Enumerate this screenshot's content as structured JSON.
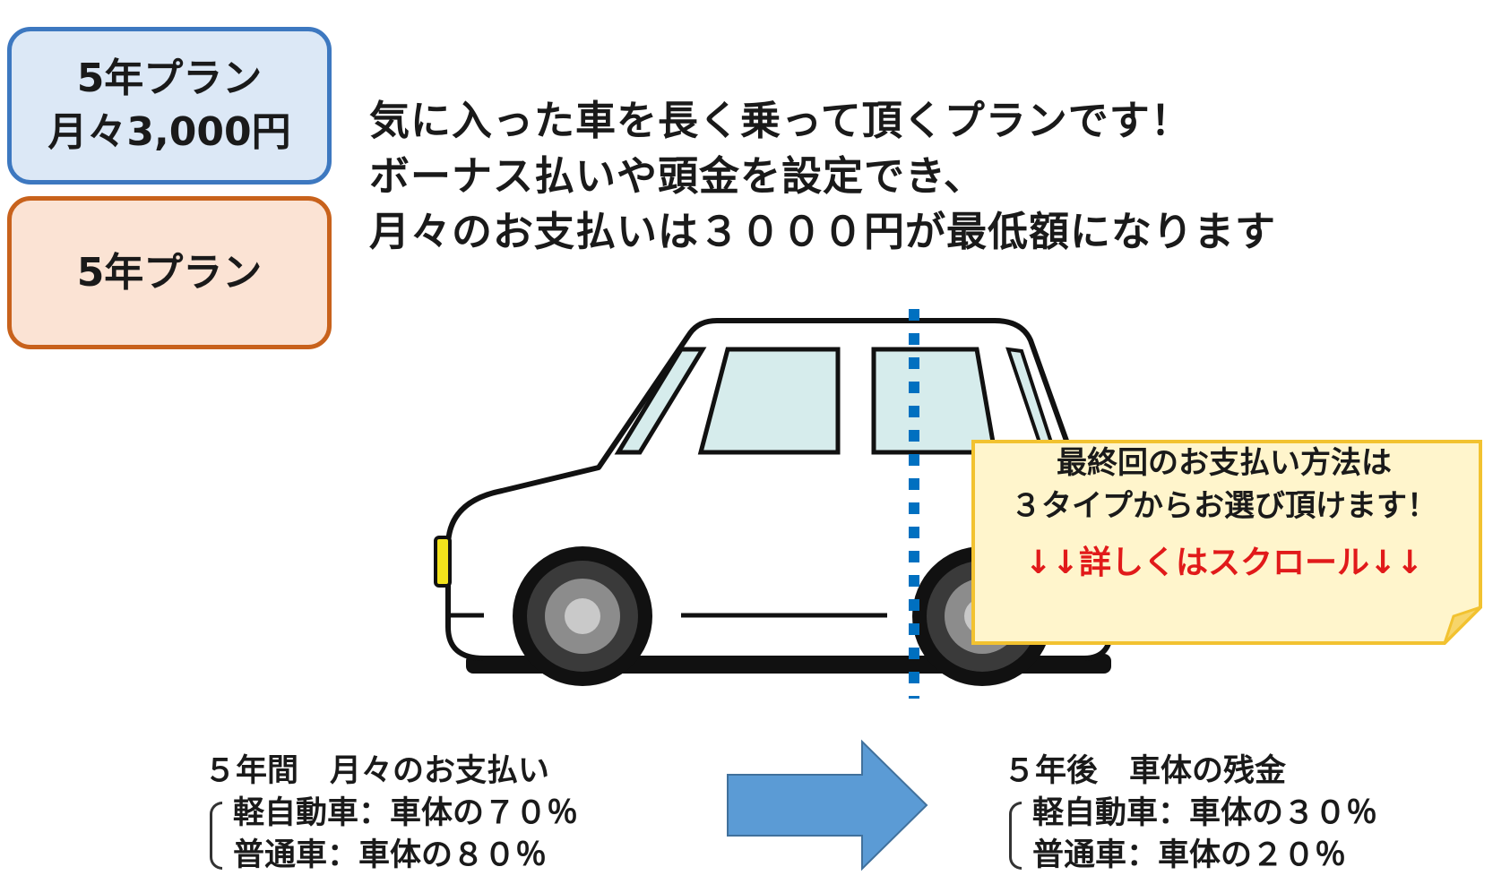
{
  "plan_box_1": {
    "line1": "5年プラン",
    "line2": "月々3,000円"
  },
  "plan_box_2": {
    "line1": "5年プラン"
  },
  "headline": [
    "気に入った車を長く乗って頂くプランです！",
    "ボーナス払いや頭金を設定でき、",
    "月々のお支払いは３０００円が最低額になります"
  ],
  "callout": {
    "line1": "最終回のお支払い方法は",
    "line2": "３タイプからお選び頂けます！",
    "line3": "↓↓詳しくはスクロール↓↓"
  },
  "payments": {
    "heading": "５年間　月々のお支払い",
    "items": [
      "軽自動車：車体の７０％",
      "普通車：車体の８０％"
    ]
  },
  "residual": {
    "heading": "５年後　車体の残金",
    "items": [
      "軽自動車：車体の３０％",
      "普通車：車体の２０％"
    ]
  },
  "colors": {
    "blue_box_fill": "#dce8f6",
    "blue_box_border": "#3d78c0",
    "orange_box_fill": "#fbe3d4",
    "orange_box_border": "#c8621c",
    "callout_fill": "#fff5cc",
    "callout_border": "#f2c230",
    "arrow": "#5b9bd5",
    "divider": "#0070c0",
    "scroll_text": "#e11a1a"
  }
}
